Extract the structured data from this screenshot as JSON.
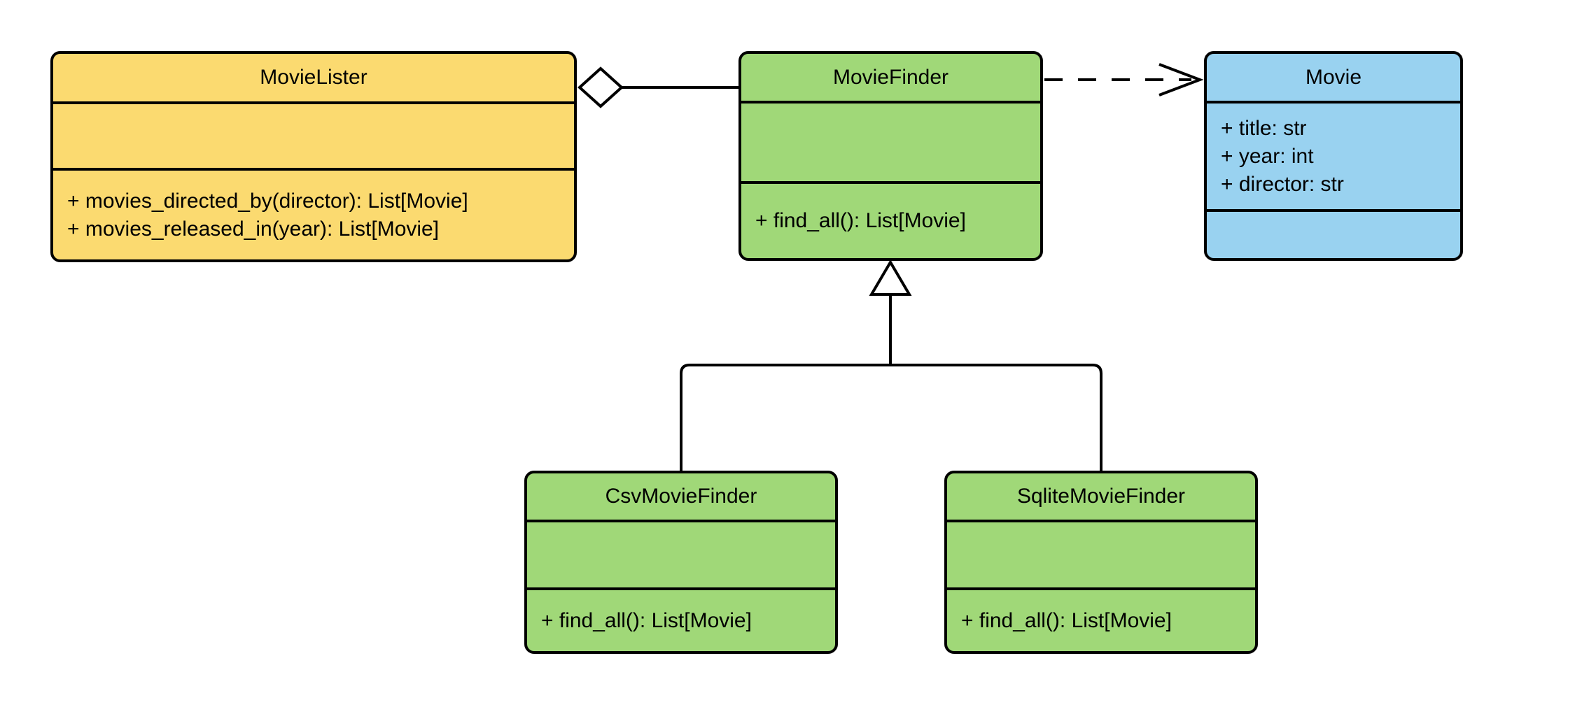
{
  "diagram": {
    "kind": "uml-class-diagram",
    "background": "#ffffff"
  },
  "colors": {
    "stroke": "#000000",
    "yellow": "#FBDA70",
    "green": "#A0D878",
    "blue": "#99D2F0",
    "connector_fill": "#ffffff"
  },
  "classes": [
    {
      "name": "MovieLister",
      "fill": "yellow",
      "attributes": [],
      "methods": [
        "+ movies_directed_by(director): List[Movie]",
        "+ movies_released_in(year): List[Movie]"
      ]
    },
    {
      "name": "MovieFinder",
      "fill": "green",
      "attributes": [],
      "methods": [
        "+ find_all(): List[Movie]"
      ]
    },
    {
      "name": "Movie",
      "fill": "blue",
      "attributes": [
        "+ title: str",
        "+ year: int",
        "+ director: str"
      ],
      "methods": []
    },
    {
      "name": "CsvMovieFinder",
      "fill": "green",
      "attributes": [],
      "methods": [
        "+ find_all(): List[Movie]"
      ]
    },
    {
      "name": "SqliteMovieFinder",
      "fill": "green",
      "attributes": [],
      "methods": [
        "+ find_all(): List[Movie]"
      ]
    }
  ],
  "relationships": [
    {
      "type": "aggregation",
      "from": "MovieLister",
      "to": "MovieFinder"
    },
    {
      "type": "dependency",
      "from": "MovieFinder",
      "to": "Movie"
    },
    {
      "type": "generalization",
      "from": "CsvMovieFinder",
      "to": "MovieFinder"
    },
    {
      "type": "generalization",
      "from": "SqliteMovieFinder",
      "to": "MovieFinder"
    }
  ]
}
